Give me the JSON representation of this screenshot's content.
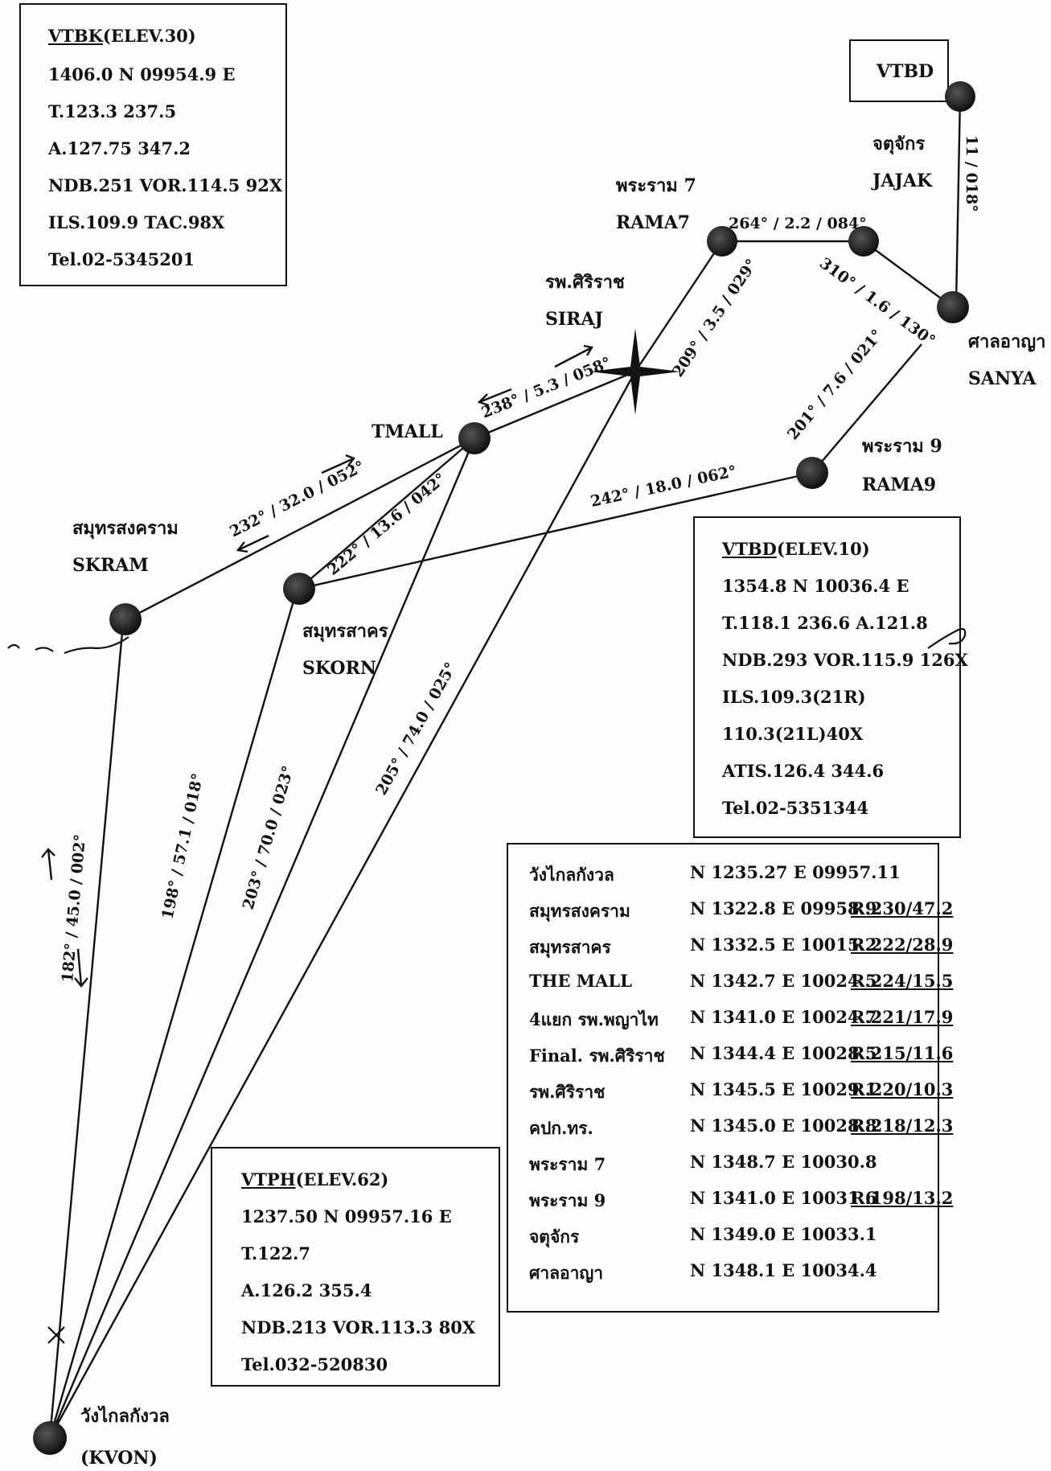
{
  "waypoints": {
    "vtbd": "VTBD",
    "jajak_th": "จตุจักร",
    "jajak": "JAJAK",
    "rama7_th": "พระราม 7",
    "rama7": "RAMA7",
    "siraj_th": "รพ.ศิริราช",
    "siraj": "SIRAJ",
    "sanya_th": "ศาลอาญา",
    "sanya": "SANYA",
    "tmall": "TMALL",
    "rama9_th": "พระราม 9",
    "rama9": "RAMA9",
    "skram_th": "สมุทรสงคราม",
    "skram": "SKRAM",
    "skorn_th": "สมุทรสาคร",
    "skorn": "SKORN",
    "kvon_th": "วังไกลกังวล",
    "kvon": "(KVON)"
  },
  "legs": {
    "rama7_jajak": "264° / 2.2 / 084°",
    "jajak_vtbd": "11 / 018°",
    "jajak_sanya": "310° / 1.6 / 130°",
    "siraj_rama7": "209° / 3.5 / 029°",
    "tmall_siraj": "238° / 5.3 / 058°",
    "rama9_sanya": "201° / 7.6 / 021°",
    "skram_tmall": "232° / 32.0 / 052°",
    "skorn_tmall": "222° / 13.6 / 042°",
    "skorn_rama9": "242° / 18.0 / 062°",
    "kvon_skram": "182° / 45.0 / 002°",
    "kvon_tmall": "198° / 57.1 / 018°",
    "kvon_skorn": "203° / 70.0 / 023°",
    "kvon_siraj": "205° / 74.0 / 025°"
  },
  "vtbk_box": {
    "id": "VTBK",
    "elev": "(ELEV.30)",
    "lines": [
      "1406.0 N   09954.9 E",
      "T.123.3  237.5",
      "A.127.75  347.2",
      "NDB.251 VOR.114.5  92X",
      "ILS.109.9  TAC.98X",
      "Tel.02-5345201"
    ]
  },
  "vtbd_box": {
    "id": "VTBD",
    "elev": "(ELEV.10)",
    "lines": [
      "1354.8 N   10036.4 E",
      "T.118.1  236.6     A.121.8",
      "NDB.293 VOR.115.9 126X",
      "ILS.109.3(21R)",
      "110.3(21L)40X",
      "ATIS.126.4  344.6",
      "Tel.02-5351344"
    ]
  },
  "vtph_box": {
    "id": "VTPH",
    "elev": "(ELEV.62)",
    "lines": [
      "1237.50 N   09957.16 E",
      "T.122.7",
      "A.126.2  355.4",
      "NDB.213 VOR.113.3  80X",
      "Tel.032-520830"
    ]
  },
  "coord_table": {
    "rows": [
      {
        "name": "วังไกลกังวล",
        "coords": "N 1235.27 E 09957.11",
        "radial": ""
      },
      {
        "name": "สมุทรสงคราม",
        "coords": "N 1322.8 E 09958.9",
        "radial": "R.230/47.2"
      },
      {
        "name": "สมุทรสาคร",
        "coords": "N 1332.5 E 10015.2",
        "radial": "R.222/28.9"
      },
      {
        "name": "THE MALL",
        "coords": "N 1342.7 E 10024.5",
        "radial": "R.224/15.5"
      },
      {
        "name": "4แยก รพ.พญาไท",
        "coords": "N 1341.0 E 10024.7",
        "radial": "R.221/17.9"
      },
      {
        "name": "Final. รพ.ศิริราช",
        "coords": "N 1344.4 E 10028.5",
        "radial": "R.215/11.6"
      },
      {
        "name": "รพ.ศิริราช",
        "coords": "N 1345.5 E 10029.1",
        "radial": "R.220/10.3"
      },
      {
        "name": "คปก.ทร.",
        "coords": "N 1345.0 E 10028.8",
        "radial": "R.218/12.3"
      },
      {
        "name": "พระราม 7",
        "coords": "N 1348.7 E 10030.8",
        "radial": ""
      },
      {
        "name": "พระราม 9",
        "coords": "N 1341.0 E 10031.6",
        "radial": "R.198/13.2"
      },
      {
        "name": "จตุจักร",
        "coords": "N 1349.0 E 10033.1",
        "radial": ""
      },
      {
        "name": "ศาลอาญา",
        "coords": "N 1348.1 E 10034.4",
        "radial": ""
      }
    ]
  }
}
